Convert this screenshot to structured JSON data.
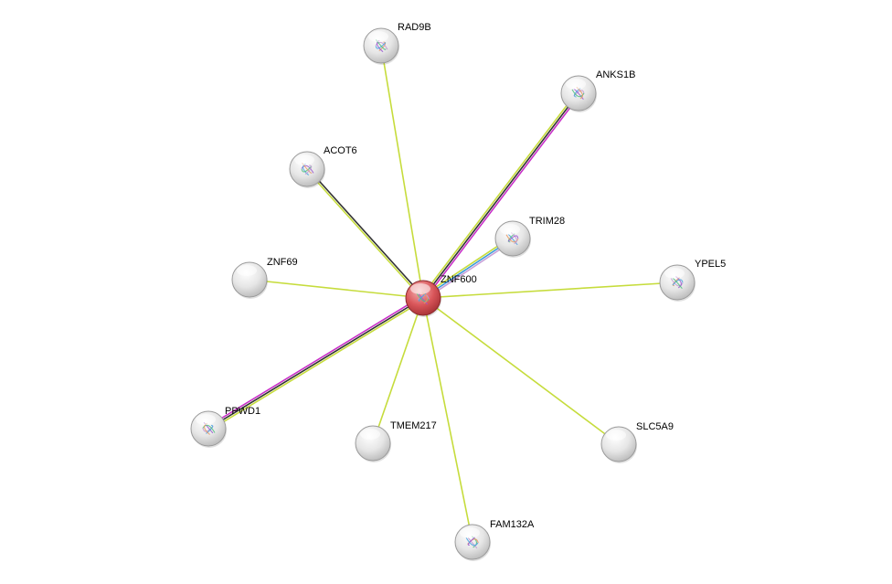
{
  "center": {
    "id": "ZNF600",
    "label": "ZNF600"
  },
  "nodes": [
    {
      "id": "RAD9B",
      "label": "RAD9B",
      "structure": true
    },
    {
      "id": "ANKS1B",
      "label": "ANKS1B",
      "structure": true
    },
    {
      "id": "ACOT6",
      "label": "ACOT6",
      "structure": true
    },
    {
      "id": "TRIM28",
      "label": "TRIM28",
      "structure": true
    },
    {
      "id": "ZNF69",
      "label": "ZNF69",
      "structure": false
    },
    {
      "id": "YPEL5",
      "label": "YPEL5",
      "structure": true
    },
    {
      "id": "PPWD1",
      "label": "PPWD1",
      "structure": true
    },
    {
      "id": "TMEM217",
      "label": "TMEM217",
      "structure": false
    },
    {
      "id": "SLC5A9",
      "label": "SLC5A9",
      "structure": false
    },
    {
      "id": "FAM132A",
      "label": "FAM132A",
      "structure": true
    }
  ],
  "edges": [
    {
      "from": "ZNF600",
      "to": "RAD9B",
      "colors": [
        "#c6dc3c"
      ]
    },
    {
      "from": "ZNF600",
      "to": "ANKS1B",
      "colors": [
        "#c6dc3c",
        "#333333",
        "#c830c8"
      ]
    },
    {
      "from": "ZNF600",
      "to": "ACOT6",
      "colors": [
        "#c6dc3c",
        "#333333"
      ]
    },
    {
      "from": "ZNF600",
      "to": "TRIM28",
      "colors": [
        "#c6dc3c",
        "#3a9ad8",
        "#c8a0d8"
      ]
    },
    {
      "from": "ZNF600",
      "to": "ZNF69",
      "colors": [
        "#c6dc3c"
      ]
    },
    {
      "from": "ZNF600",
      "to": "YPEL5",
      "colors": [
        "#c6dc3c"
      ]
    },
    {
      "from": "ZNF600",
      "to": "PPWD1",
      "colors": [
        "#c6dc3c",
        "#333333",
        "#c830c8"
      ]
    },
    {
      "from": "ZNF600",
      "to": "TMEM217",
      "colors": [
        "#c6dc3c"
      ]
    },
    {
      "from": "ZNF600",
      "to": "SLC5A9",
      "colors": [
        "#c6dc3c"
      ]
    },
    {
      "from": "ZNF600",
      "to": "FAM132A",
      "colors": [
        "#c6dc3c"
      ]
    }
  ],
  "colors": {
    "query_node": "#d9565a",
    "neighbor_node": "#e8e8e8"
  }
}
